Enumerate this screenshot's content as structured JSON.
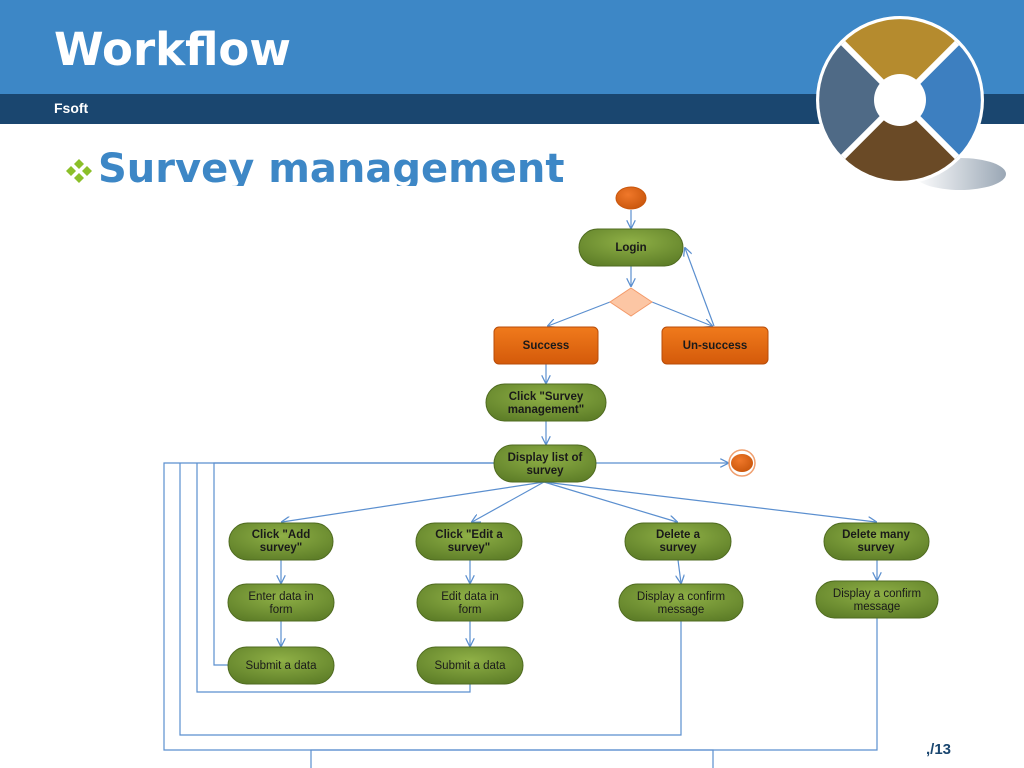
{
  "slide": {
    "title": "Workflow",
    "subtitle": "Fsoft",
    "bullet": "Survey management",
    "page_number": ",/13"
  },
  "colors": {
    "header_blue": "#3d87c6",
    "header_dark": "#1a466f",
    "node_green": "#6e8f30",
    "node_orange": "#e06810",
    "connector": "#5b8fcf",
    "bullet_green": "#8bbf2a"
  },
  "diagram": {
    "nodes": {
      "login": [
        "Login"
      ],
      "success": [
        "Success"
      ],
      "unsuccess": [
        "Un-success"
      ],
      "click_survey": [
        "Click \"Survey",
        "management\""
      ],
      "display_list": [
        "Display list of",
        "survey"
      ],
      "click_add": [
        "Click \"Add",
        "survey\""
      ],
      "click_edit": [
        "Click \"Edit a",
        "survey\""
      ],
      "delete_one": [
        "Delete a",
        "survey"
      ],
      "delete_many": [
        "Delete many",
        "survey"
      ],
      "enter_data": [
        "Enter data in",
        "form"
      ],
      "edit_data": [
        "Edit data in",
        "form"
      ],
      "confirm_one": [
        "Display a confirm",
        "message"
      ],
      "confirm_many": [
        "Display a confirm",
        "message"
      ],
      "submit_add": [
        "Submit a data"
      ],
      "submit_edit": [
        "Submit a data"
      ]
    }
  }
}
